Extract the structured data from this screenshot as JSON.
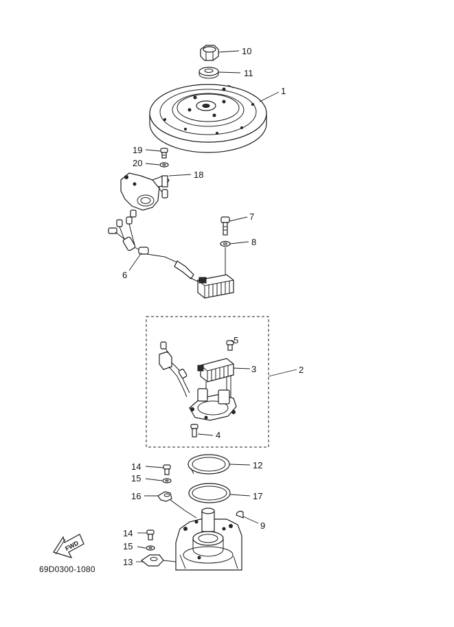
{
  "diagram": {
    "reference_code": "69D0300-1080",
    "fwd_arrow_label": "FWD",
    "callouts": {
      "c1": "1",
      "c2": "2",
      "c3": "3",
      "c4": "4",
      "c5": "5",
      "c6": "6",
      "c7": "7",
      "c8": "8",
      "c9": "9",
      "c10": "10",
      "c11": "11",
      "c12": "12",
      "c13": "13",
      "c14a": "14",
      "c14b": "14",
      "c15a": "15",
      "c15b": "15",
      "c16": "16",
      "c17": "17",
      "c18": "18",
      "c19": "19",
      "c20": "20"
    }
  }
}
